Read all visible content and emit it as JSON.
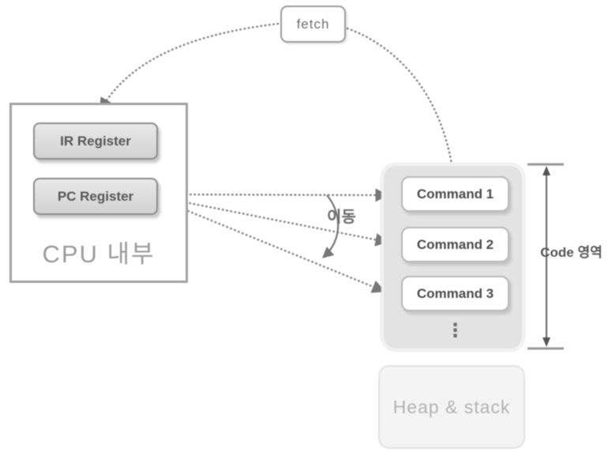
{
  "diagram": {
    "fetch_label": "fetch",
    "cpu": {
      "title": "CPU 내부",
      "registers": [
        {
          "label": "IR Register"
        },
        {
          "label": "PC Register"
        }
      ]
    },
    "code_region": {
      "label": "Code 영역",
      "commands": [
        "Command 1",
        "Command 2",
        "Command 3"
      ],
      "ellipsis": "⋮"
    },
    "move_label": "이동",
    "heap_label": "Heap & stack",
    "colors": {
      "dotted_arrow": "#8a8a8a",
      "solid_arrow": "#777777",
      "measure_arrow": "#666666",
      "box_gray_fill": "#e3e3e3",
      "register_fill": "#d9d9d9",
      "muted_text": "#b3b3b3"
    }
  }
}
